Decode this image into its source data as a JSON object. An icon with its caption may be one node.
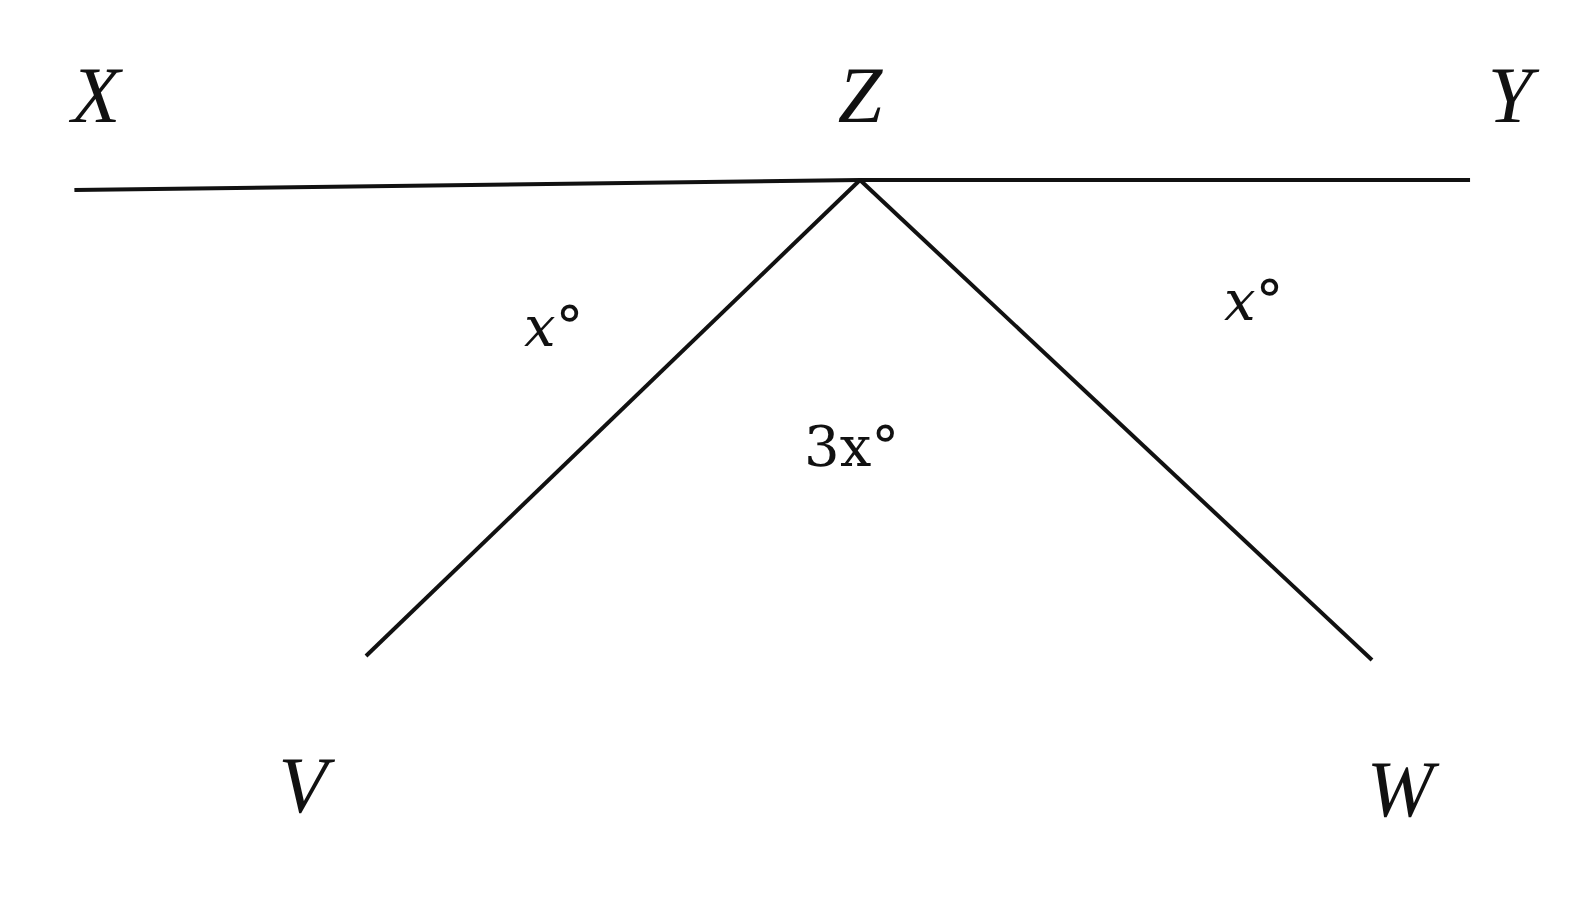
{
  "diagram": {
    "nodes": [
      {
        "text": [
          "X"
        ]
      },
      {
        "text": [
          "Z"
        ]
      },
      {
        "text": [
          "Y"
        ]
      },
      {
        "text": [
          "V"
        ]
      },
      {
        "text": [
          "W"
        ]
      }
    ],
    "edges": [
      {
        "from": 0,
        "to": 1,
        "arrow": "none"
      },
      {
        "from": 1,
        "to": 2,
        "arrow": "none"
      },
      {
        "from": 1,
        "to": 3,
        "arrow": "none"
      },
      {
        "from": 1,
        "to": 4,
        "arrow": "none"
      }
    ],
    "labels": [
      "*x*°",
      "*x*°",
      "3x°"
    ]
  }
}
